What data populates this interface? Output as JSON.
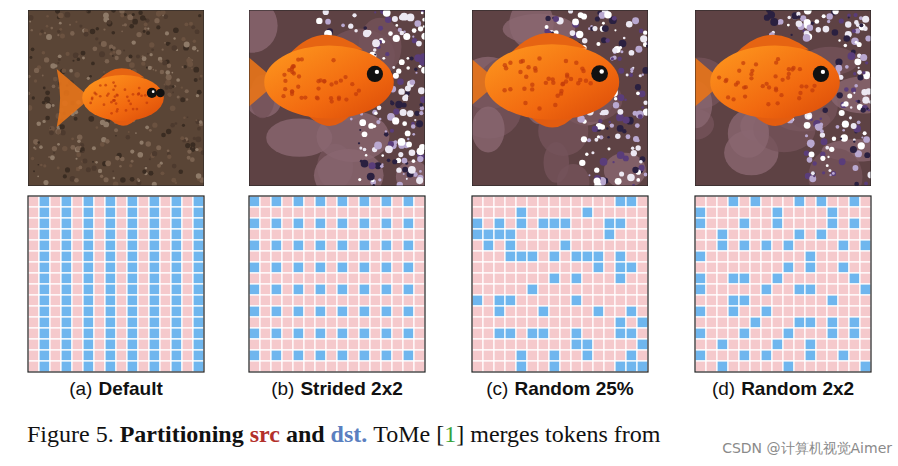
{
  "diagram": {
    "labels": [
      "(a)",
      "Default",
      "(b)",
      "Strided 2x2",
      "(c)",
      "Random 25%",
      "(d)",
      "Random 2x2",
      "Figure 5.",
      "Partitioning",
      "src",
      "and",
      "dst.",
      "ToMe [",
      "1",
      "] merges tokens from",
      "CSDN @计算机视觉Aimer"
    ]
  }
}
